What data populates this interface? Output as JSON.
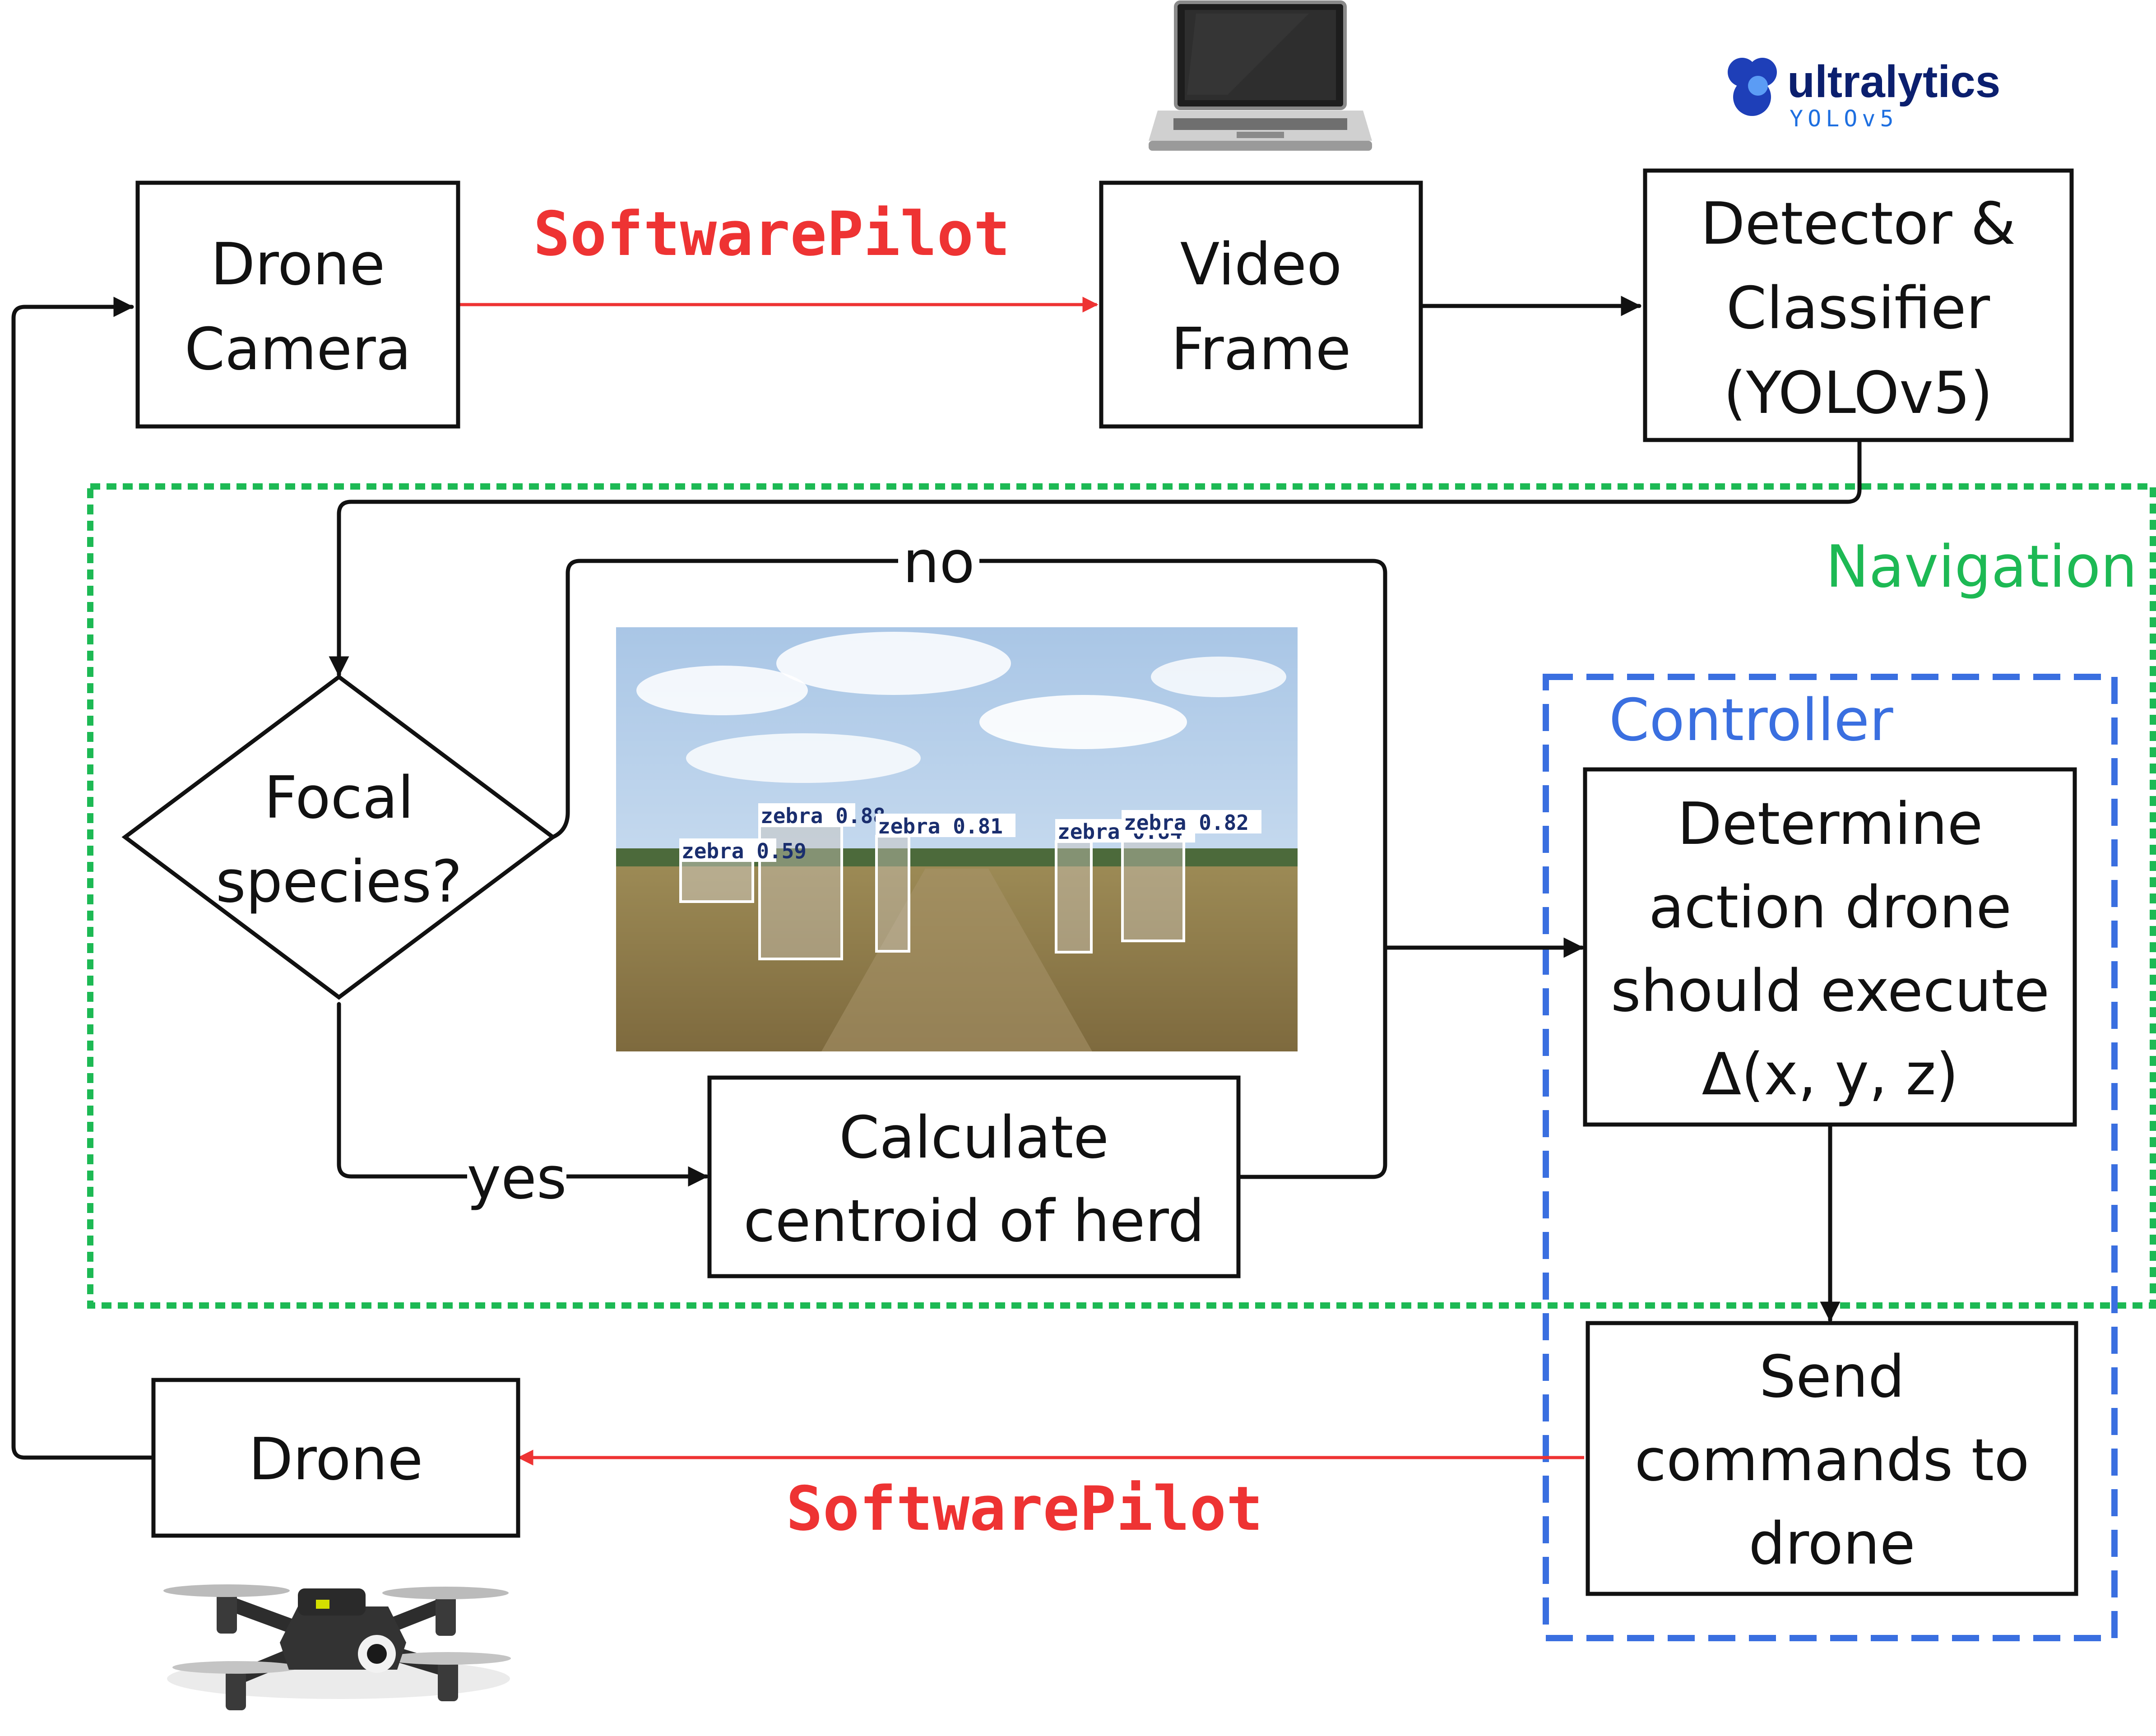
{
  "nodes": {
    "drone_camera": [
      "Drone",
      "Camera"
    ],
    "video_frame": [
      "Video",
      "Frame"
    ],
    "detector": [
      "Detector &",
      "Classifier",
      "(YOLOv5)"
    ],
    "focal_species": [
      "Focal",
      "species?"
    ],
    "calculate_centroid": [
      "Calculate",
      "centroid of herd"
    ],
    "determine_action": [
      "Determine",
      "action drone",
      "should execute",
      "Δ(x, y, z)"
    ],
    "send_commands": [
      "Send",
      "commands to",
      "drone"
    ],
    "drone": [
      "Drone"
    ]
  },
  "edge_labels": {
    "software_pilot_top": "SoftwarePilot",
    "software_pilot_bottom": "SoftwarePilot",
    "no": "no",
    "yes": "yes"
  },
  "groups": {
    "navigation": {
      "label": "Navigation",
      "color": "#1db954"
    },
    "controller": {
      "label": "Controller",
      "color": "#3a6fe0"
    }
  },
  "logo": {
    "brand": "ultralytics",
    "product": "YOLOv5"
  },
  "detections": [
    {
      "label": "zebra",
      "score": "0.59"
    },
    {
      "label": "zebra",
      "score": "0.88"
    },
    {
      "label": "zebra",
      "score": "0.81"
    },
    {
      "label": "zebra",
      "score": "0.84"
    },
    {
      "label": "zebra",
      "score": "0.82"
    }
  ],
  "colors": {
    "arrow_red": "#ee3333",
    "text": "#111111"
  }
}
